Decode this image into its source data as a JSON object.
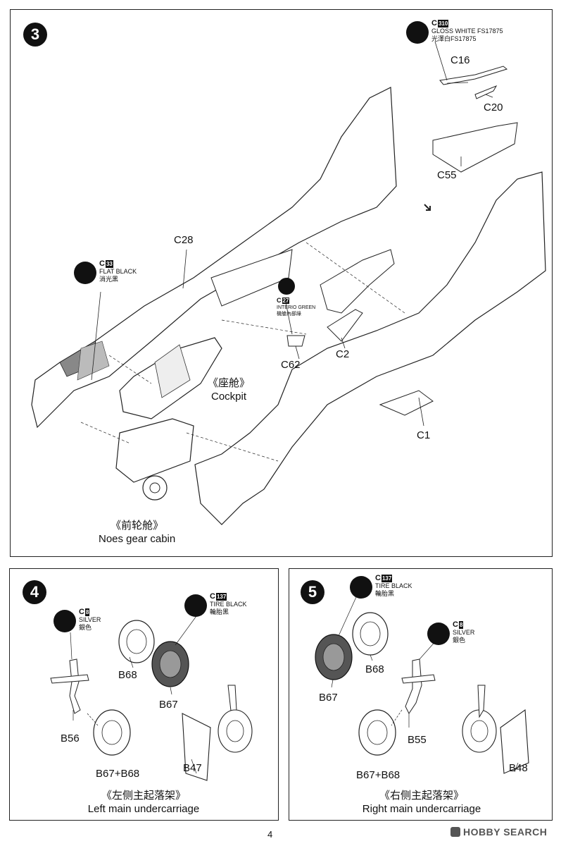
{
  "step3": {
    "number": "3",
    "paint_c310": {
      "code": "C",
      "code_num": "310",
      "name_en": "GLOSS WHITE FS17875",
      "name_cn": "光澤白FS17875"
    },
    "paint_c33": {
      "code": "C",
      "code_num": "33",
      "name_en": "FLAT BLACK",
      "name_cn": "消光黑"
    },
    "paint_c27": {
      "code": "C",
      "code_num": "27",
      "name_en": "INTERIO GREEN",
      "name_cn": "機艙內部綠"
    },
    "parts": {
      "c16": "C16",
      "c20": "C20",
      "c55": "C55",
      "c28": "C28",
      "c62": "C62",
      "c2": "C2",
      "c1": "C1"
    },
    "cockpit_cn": "《座舱》",
    "cockpit_en": "Cockpit",
    "nose_cn": "《前轮舱》",
    "nose_en": "Noes gear cabin"
  },
  "step4": {
    "number": "4",
    "paint_c8": {
      "code": "C",
      "code_num": "8",
      "name_en": "SILVER",
      "name_cn": "銀色"
    },
    "paint_c137": {
      "code": "C",
      "code_num": "137",
      "name_en": "TIRE BLACK",
      "name_cn": "輪胎黑"
    },
    "parts": {
      "b68": "B68",
      "b67": "B67",
      "b56": "B56",
      "b67b68": "B67+B68",
      "b47": "B47"
    },
    "caption_cn": "《左侧主起落架》",
    "caption_en": "Left main undercarriage"
  },
  "step5": {
    "number": "5",
    "paint_c137": {
      "code": "C",
      "code_num": "137",
      "name_en": "TIRE BLACK",
      "name_cn": "輪胎黑"
    },
    "paint_c8": {
      "code": "C",
      "code_num": "8",
      "name_en": "SILVER",
      "name_cn": "銀色"
    },
    "parts": {
      "b68": "B68",
      "b67": "B67",
      "b55": "B55",
      "b67b68": "B67+B68",
      "b48": "B48"
    },
    "caption_cn": "《右侧主起落架》",
    "caption_en": "Right main undercarriage"
  },
  "footer": {
    "page": "4",
    "watermark": "HOBBY SEARCH"
  }
}
